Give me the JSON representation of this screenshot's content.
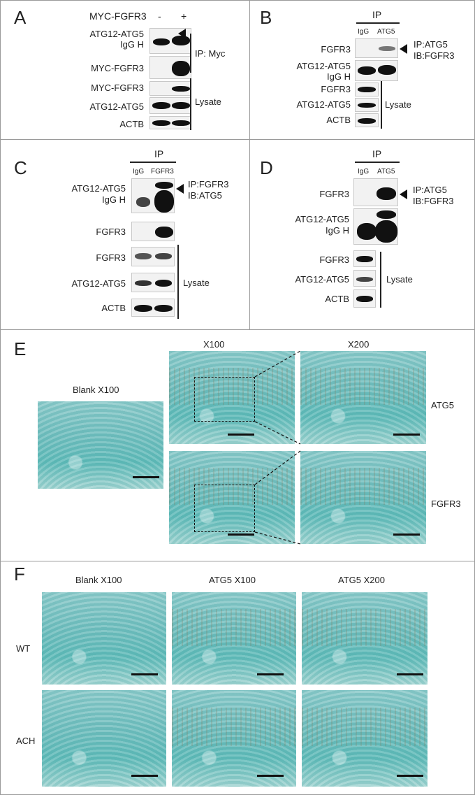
{
  "panels": {
    "A": {
      "letter": "A",
      "header": "MYC-FGFR3",
      "minus": "-",
      "plus": "+",
      "rows": [
        "ATG12-ATG5",
        "IgG H",
        "MYC-FGFR3",
        "MYC-FGFR3",
        "ATG12-ATG5",
        "ACTB"
      ],
      "bracket_ip": "IP: Myc",
      "bracket_lysate": "Lysate"
    },
    "B": {
      "letter": "B",
      "ip": "IP",
      "lanes": [
        "IgG",
        "ATG5"
      ],
      "rows": [
        "FGFR3",
        "ATG12-ATG5",
        "IgG H",
        "FGFR3",
        "ATG12-ATG5",
        "ACTB"
      ],
      "note1": "IP:ATG5",
      "note2": "IB:FGFR3",
      "bracket_lysate": "Lysate"
    },
    "C": {
      "letter": "C",
      "ip": "IP",
      "lanes": [
        "IgG",
        "FGFR3"
      ],
      "rows": [
        "ATG12-ATG5",
        "IgG H",
        "FGFR3",
        "FGFR3",
        "ATG12-ATG5",
        "ACTB"
      ],
      "note1": "IP:FGFR3",
      "note2": "IB:ATG5",
      "bracket_lysate": "Lysate"
    },
    "D": {
      "letter": "D",
      "ip": "IP",
      "lanes": [
        "IgG",
        "ATG5"
      ],
      "rows": [
        "FGFR3",
        "ATG12-ATG5",
        "IgG H",
        "FGFR3",
        "ATG12-ATG5",
        "ACTB"
      ],
      "note1": "IP:ATG5",
      "note2": "IB:FGFR3",
      "bracket_lysate": "Lysate"
    },
    "E": {
      "letter": "E",
      "blank": "Blank X100",
      "col1": "X100",
      "col2": "X200",
      "row1": "ATG5",
      "row2": "FGFR3"
    },
    "F": {
      "letter": "F",
      "cols": [
        "Blank X100",
        "ATG5 X100",
        "ATG5 X200"
      ],
      "rows": [
        "WT",
        "ACH"
      ]
    }
  }
}
